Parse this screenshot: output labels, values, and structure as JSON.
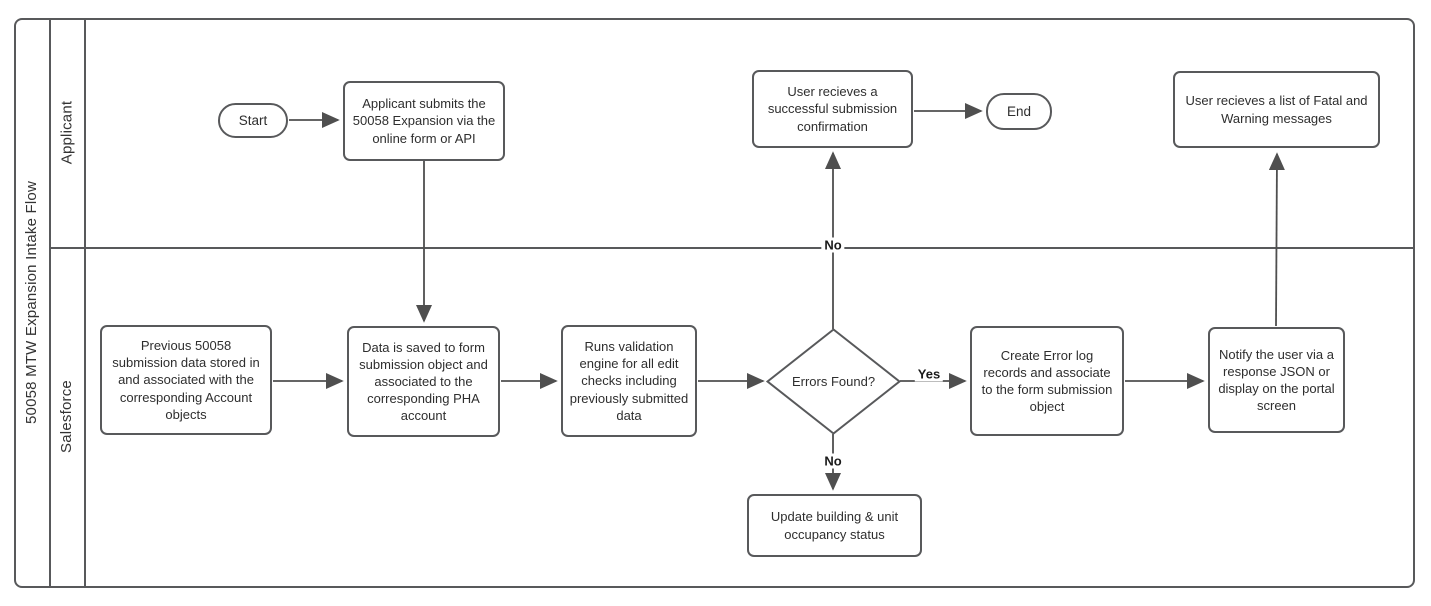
{
  "diagram": {
    "title": "50058 MTW Expansion Intake Flow",
    "lanes": {
      "applicant": "Applicant",
      "salesforce": "Salesforce"
    },
    "nodes": {
      "start": "Start",
      "applicant_submits": "Applicant submits the 50058 Expansion via the online form or API",
      "successful_confirmation": "User recieves a successful submission confirmation",
      "end": "End",
      "fatal_warning_list": "User recieves a list of Fatal and Warning messages",
      "previous_data": "Previous 50058 submission data stored in and associated with the corresponding Account objects",
      "data_saved": "Data is saved to form submission object and associated to the corresponding PHA account",
      "runs_validation": "Runs validation engine for all edit checks including previously submitted data",
      "errors_found": "Errors Found?",
      "create_error_log": "Create Error log records and associate to the form submission object",
      "notify_user": "Notify the user via a response JSON or display on the portal screen",
      "update_building": "Update building & unit occupancy status"
    },
    "edge_labels": {
      "yes": "Yes",
      "no_up": "No",
      "no_down": "No"
    },
    "colors": {
      "shape_border": "#58595b",
      "connector": "#4f4f4f",
      "text": "#2e2e2e",
      "background": "#ffffff"
    }
  }
}
